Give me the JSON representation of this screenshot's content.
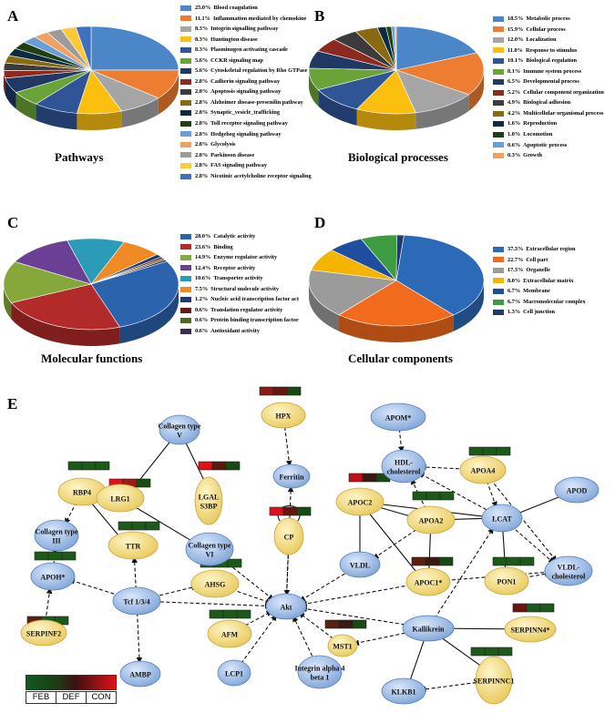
{
  "panels": [
    {
      "letter": "A",
      "title": "Pathways",
      "chart_data": {
        "type": "pie",
        "labels": [
          "Blood coagulation",
          "Inflammation mediated by chemokine",
          "Integrin signalling pathway",
          "Huntington disease",
          "Plasminogen activating cascade",
          "CCKR signaling map",
          "Cytoskeletal regulation by Rho GTPase",
          "Cadherin signaling pathway",
          "Apoptosis signaling pathway",
          "Alzheimer disease-presenilin pathway",
          "Synaptic_vesicle_trafficking",
          "Toll receptor signaling pathway",
          "Hedgehog signaling pathway",
          "Glycolysis",
          "Parkinson disease",
          "FAS signaling pathway",
          "Nicotinic acetylcholine receptor signaling"
        ],
        "values": [
          25.0,
          11.1,
          8.3,
          8.3,
          8.3,
          5.6,
          5.6,
          2.8,
          2.8,
          2.8,
          2.8,
          2.8,
          2.8,
          2.8,
          2.8,
          2.8,
          2.8
        ],
        "value_labels": [
          "25.0%",
          "11.1%",
          "8.3%",
          "8.3%",
          "8.3%",
          "5.6%",
          "5.6%",
          "2.8%",
          "2.8%",
          "2.8%",
          "2.8%",
          "2.8%",
          "2.8%",
          "2.8%",
          "2.8%",
          "2.8%",
          "2.8%"
        ],
        "colors": [
          "#4a86c8",
          "#ee7d31",
          "#a5a5a5",
          "#fcbf10",
          "#2f5597",
          "#6aa338",
          "#1f3864",
          "#8c2a1f",
          "#3b3b3b",
          "#8a6a10",
          "#0c2a40",
          "#203f14",
          "#6a9ed6",
          "#f0a060",
          "#9b9b9b",
          "#ffc83a",
          "#3f6fbf"
        ]
      }
    },
    {
      "letter": "B",
      "title": "Biological processes",
      "chart_data": {
        "type": "pie",
        "labels": [
          "Metabolic process",
          "Cellular process",
          "Localization",
          "Response to stimulus",
          "Biological regulation",
          "Immune system process",
          "Developmental process",
          "Cellular component organization",
          "Biological adhesion",
          "Multicellular organismal process",
          "Reproduction",
          "Locomotion",
          "Apoptotic process",
          "Growth"
        ],
        "values": [
          18.5,
          15.9,
          12.0,
          11.0,
          10.1,
          8.1,
          6.5,
          5.2,
          4.9,
          4.2,
          1.6,
          1.0,
          0.6,
          0.3
        ],
        "value_labels": [
          "18.5%",
          "15.9%",
          "12.0%",
          "11.0%",
          "10.1%",
          "8.1%",
          "6.5%",
          "5.2%",
          "4.9%",
          "4.2%",
          "1.6%",
          "1.0%",
          "0.6%",
          "0.3%"
        ],
        "colors": [
          "#4a86c8",
          "#ee7d31",
          "#a5a5a5",
          "#fcbf10",
          "#2f5597",
          "#6aa338",
          "#1f3864",
          "#8c2a1f",
          "#3b3b3b",
          "#8a6a10",
          "#0c2a40",
          "#203f14",
          "#6a9ed6",
          "#f0a060"
        ]
      }
    },
    {
      "letter": "C",
      "title": "Molecular functions",
      "chart_data": {
        "type": "pie",
        "labels": [
          "Catalytic activity",
          "Binding",
          "Enzyme regulator activity",
          "Receptor activity",
          "Transporter activity",
          "Structural molecule activity",
          "Nucleic acid transcription factor act",
          "Translation regulator activity",
          "Protein binding transcription factor",
          "Antioxidant activity"
        ],
        "values": [
          28.0,
          23.6,
          14.9,
          12.4,
          10.6,
          7.5,
          1.2,
          0.6,
          0.6,
          0.6
        ],
        "value_labels": [
          "28.0%",
          "23.6%",
          "14.9%",
          "12.4%",
          "10.6%",
          "7.5%",
          "1.2%",
          "0.6%",
          "0.6%",
          "0.6%"
        ],
        "colors": [
          "#2c63ad",
          "#b22a2a",
          "#86a83a",
          "#6a3f94",
          "#2a9cb8",
          "#f08a24",
          "#1f3a6e",
          "#6a1818",
          "#506a20",
          "#3a2a55"
        ]
      }
    },
    {
      "letter": "D",
      "title": "Cellular components",
      "chart_data": {
        "type": "pie",
        "labels": [
          "Extracellular region",
          "Cell part",
          "Organelle",
          "Extracellular matrix",
          "Membrane",
          "Macromolecular complex",
          "Cell junction"
        ],
        "values": [
          37.3,
          22.7,
          17.3,
          8.0,
          6.7,
          6.7,
          1.3
        ],
        "value_labels": [
          "37.3%",
          "22.7%",
          "17.3%",
          "8.0%",
          "6.7%",
          "6.7%",
          "1.3%"
        ],
        "colors": [
          "#2c6ab8",
          "#f26a1b",
          "#9b9b9b",
          "#f5b400",
          "#1f4ea0",
          "#3f9b3f",
          "#1f3a6e"
        ]
      }
    }
  ],
  "network": {
    "letter": "E",
    "scale_labels": [
      "FEB",
      "DEF",
      "CON"
    ],
    "nodes": [
      {
        "id": "apom",
        "label": "APOM*"
      },
      {
        "id": "hpx",
        "label": "HPX"
      },
      {
        "id": "collagen_v",
        "label": "Collagen type V"
      },
      {
        "id": "rbp4",
        "label": "RBP4"
      },
      {
        "id": "lrg1",
        "label": "LRG1"
      },
      {
        "id": "lgals3bp",
        "label": "LGALS3BP"
      },
      {
        "id": "ferritin",
        "label": "Ferritin"
      },
      {
        "id": "hdl",
        "label": "HDL-cholesterol"
      },
      {
        "id": "apoa4",
        "label": "APOA4"
      },
      {
        "id": "apod",
        "label": "APOD"
      },
      {
        "id": "apoc2",
        "label": "APOC2"
      },
      {
        "id": "apoa2",
        "label": "APOA2"
      },
      {
        "id": "lcat",
        "label": "LCAT"
      },
      {
        "id": "collagen_iii",
        "label": "Collagen type III"
      },
      {
        "id": "ttr",
        "label": "TTR"
      },
      {
        "id": "collagen_vi",
        "label": "Collagen type VI"
      },
      {
        "id": "cp",
        "label": "CP"
      },
      {
        "id": "apoh",
        "label": "APOH*"
      },
      {
        "id": "ahsg",
        "label": "AHSG"
      },
      {
        "id": "vldl",
        "label": "VLDL"
      },
      {
        "id": "apoc1",
        "label": "APOC1*"
      },
      {
        "id": "pon1",
        "label": "PON1"
      },
      {
        "id": "vldl_chol",
        "label": "VLDL-cholesterol"
      },
      {
        "id": "tcf",
        "label": "Tcf 1/3/4"
      },
      {
        "id": "akt",
        "label": "Akt"
      },
      {
        "id": "serpinf2",
        "label": "SERPINF2"
      },
      {
        "id": "afm",
        "label": "AFM"
      },
      {
        "id": "kallikrein",
        "label": "Kallikrein"
      },
      {
        "id": "serpinn4",
        "label": "SERPINN4*"
      },
      {
        "id": "mst1",
        "label": "MST1"
      },
      {
        "id": "ambp",
        "label": "AMBP"
      },
      {
        "id": "lcp1",
        "label": "LCP1"
      },
      {
        "id": "integrin",
        "label": "Integrin alpha 4 beta 1"
      },
      {
        "id": "serpinnc1",
        "label": "SERPINNC1"
      },
      {
        "id": "klkb1",
        "label": "KLKB1"
      }
    ]
  }
}
